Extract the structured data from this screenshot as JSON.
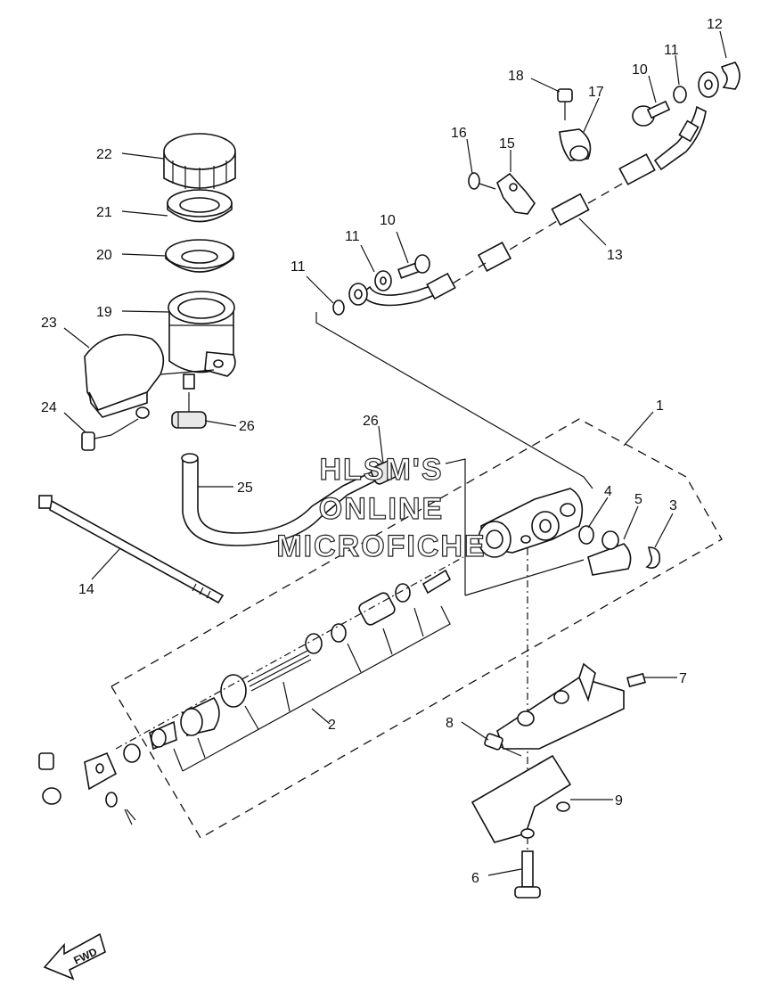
{
  "watermark": {
    "line1": "HLSM'S",
    "line2": "ONLINE",
    "line3": "MICROFICHE"
  },
  "direction_arrow": {
    "label": "FWD"
  },
  "callouts": [
    "1",
    "2",
    "3",
    "4",
    "5",
    "6",
    "7",
    "8",
    "9",
    "10",
    "10",
    "11",
    "11",
    "11",
    "12",
    "13",
    "14",
    "15",
    "16",
    "17",
    "18",
    "19",
    "20",
    "21",
    "22",
    "23",
    "24",
    "25",
    "26",
    "26"
  ]
}
